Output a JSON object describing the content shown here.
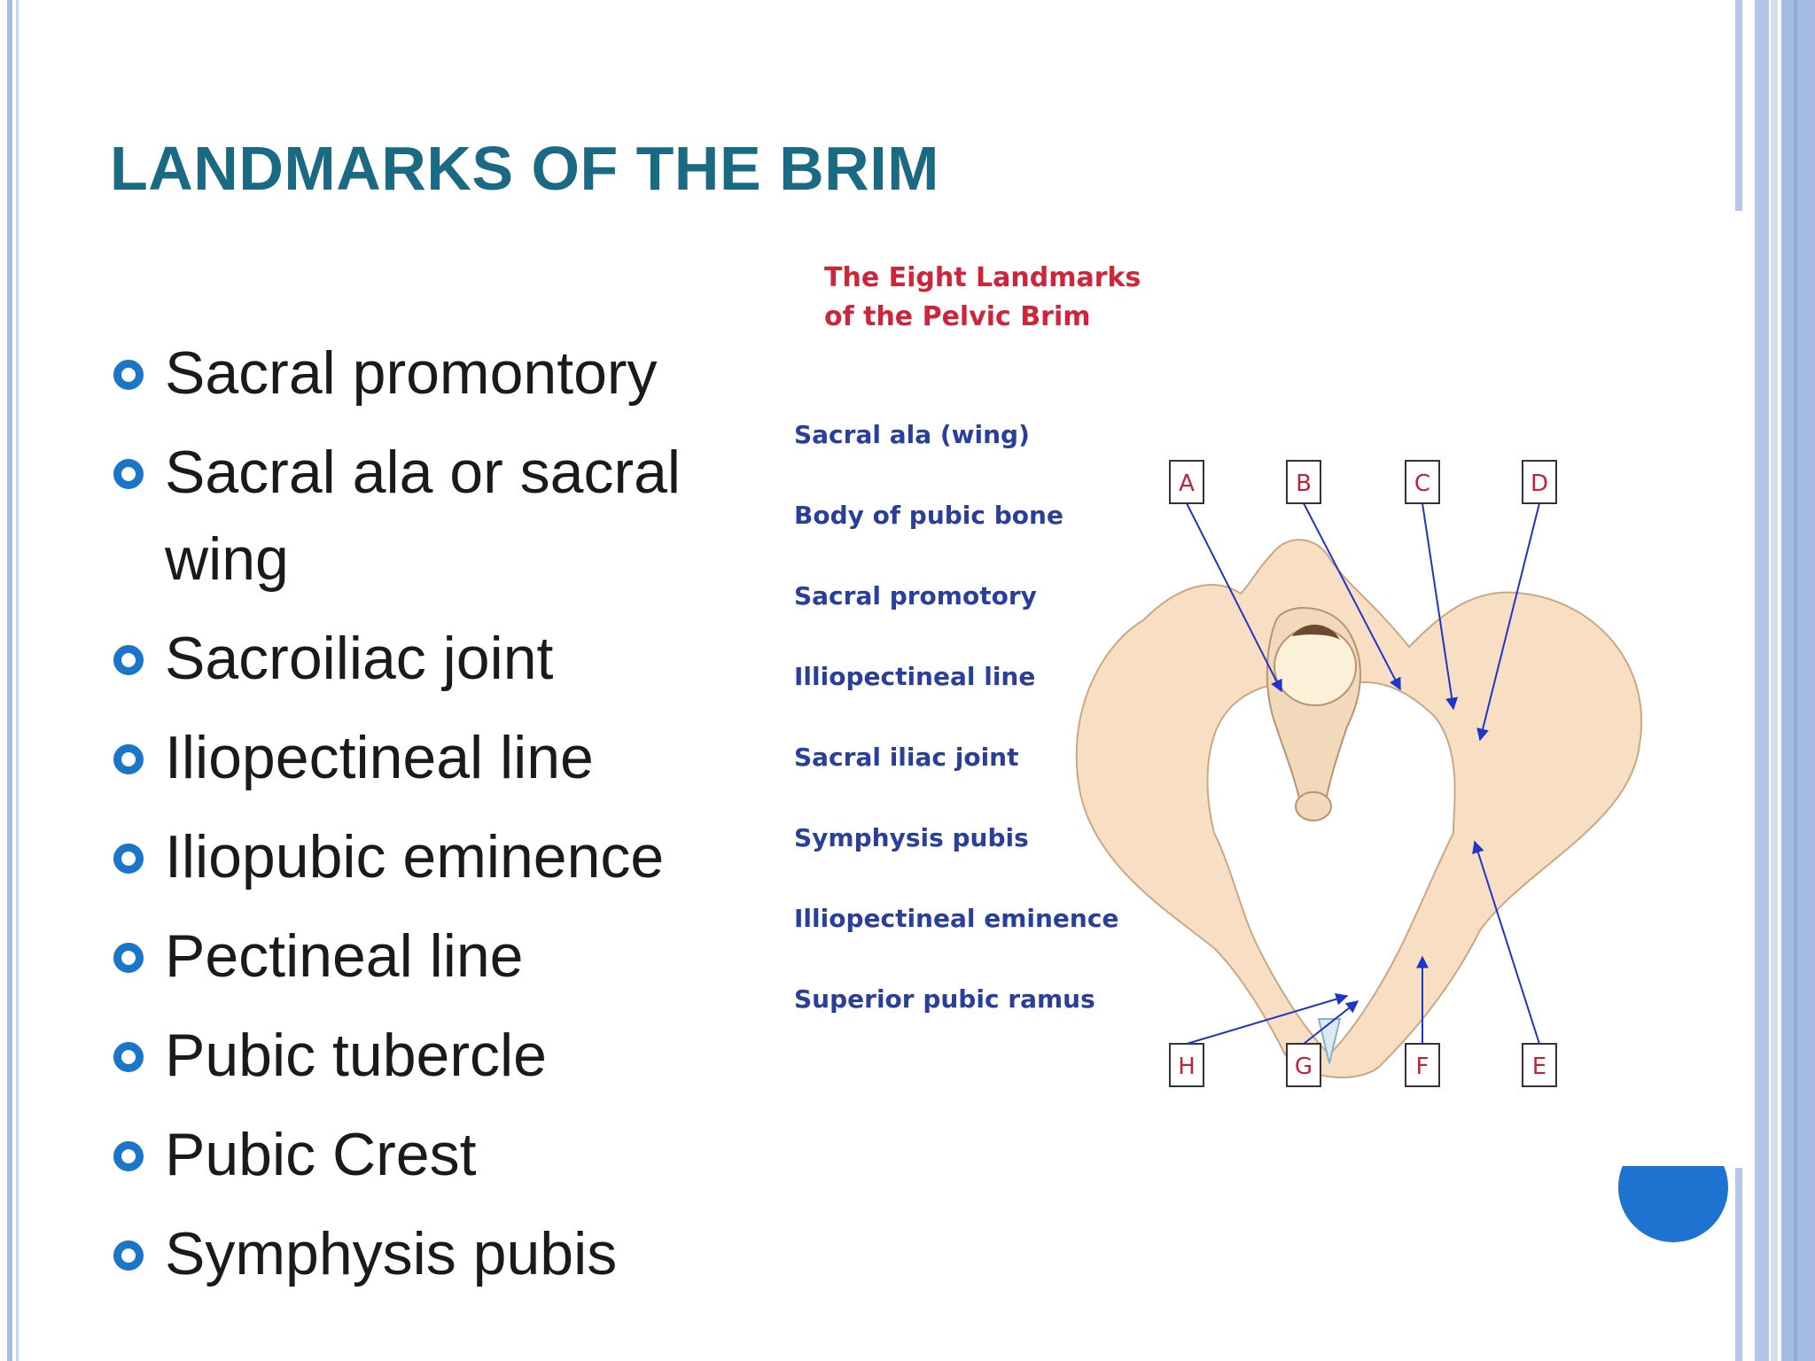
{
  "slide": {
    "title": "LANDMARKS OF THE BRIM",
    "bullets": [
      "Sacral promontory",
      "Sacral ala or sacral wing",
      "Sacroiliac joint",
      "Iliopectineal line",
      "Iliopubic eminence",
      "Pectineal line",
      "Pubic tubercle",
      "Pubic Crest",
      "Symphysis pubis"
    ]
  },
  "figure": {
    "title_line1": "The Eight Landmarks",
    "title_line2": "of the Pelvic Brim",
    "labels": [
      "Sacral ala (wing)",
      "Body of pubic bone",
      "Sacral promotory",
      "Illiopectineal line",
      "Sacral iliac joint",
      "Symphysis pubis",
      "Illiopectineal eminence",
      "Superior pubic ramus"
    ],
    "letters": [
      "A",
      "B",
      "C",
      "D",
      "E",
      "F",
      "G",
      "H"
    ]
  },
  "colors": {
    "title": "#1b6a83",
    "bullet_marker": "#1976c8",
    "figure_title": "#d0243a",
    "figure_labels": "#2a3f9b",
    "bone": "#f8dfc4",
    "arrow": "#1f35c8"
  }
}
